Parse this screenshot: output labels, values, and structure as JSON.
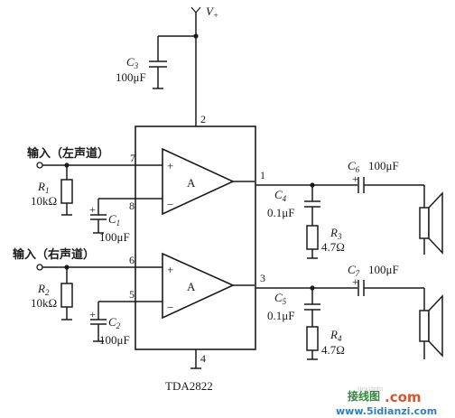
{
  "supply": {
    "symbol": "V",
    "sub": "+"
  },
  "chip": {
    "name": "TDA2822",
    "amp_label": "A"
  },
  "pins": {
    "p1": "1",
    "p2": "2",
    "p3": "3",
    "p4": "4",
    "p5": "5",
    "p6": "6",
    "p7": "7",
    "p8": "8"
  },
  "inputs": {
    "left": "输入（左声道）",
    "right": "输入（右声道）"
  },
  "components": {
    "C3": {
      "sym": "C",
      "sub": "3",
      "value": "100μF"
    },
    "R1": {
      "sym": "R",
      "sub": "1",
      "value": "10kΩ"
    },
    "C1": {
      "sym": "C",
      "sub": "1",
      "value": "100μF"
    },
    "R2": {
      "sym": "R",
      "sub": "2",
      "value": "10kΩ"
    },
    "C2": {
      "sym": "C",
      "sub": "2",
      "value": "100μF"
    },
    "C4": {
      "sym": "C",
      "sub": "4",
      "value": "0.1μF"
    },
    "R3": {
      "sym": "R",
      "sub": "3",
      "value": "4.7Ω"
    },
    "C6": {
      "sym": "C",
      "sub": "6",
      "value": "100μF"
    },
    "C5": {
      "sym": "C",
      "sub": "5",
      "value": "0.1μF"
    },
    "R4": {
      "sym": "R",
      "sub": "4",
      "value": "4.7Ω"
    },
    "C7": {
      "sym": "C",
      "sub": "7",
      "value": "100μF"
    }
  },
  "watermark": {
    "brand": "接线图",
    "domain": ".com",
    "url": "www.5idianzi.com",
    "faint": "jiexiantu"
  }
}
